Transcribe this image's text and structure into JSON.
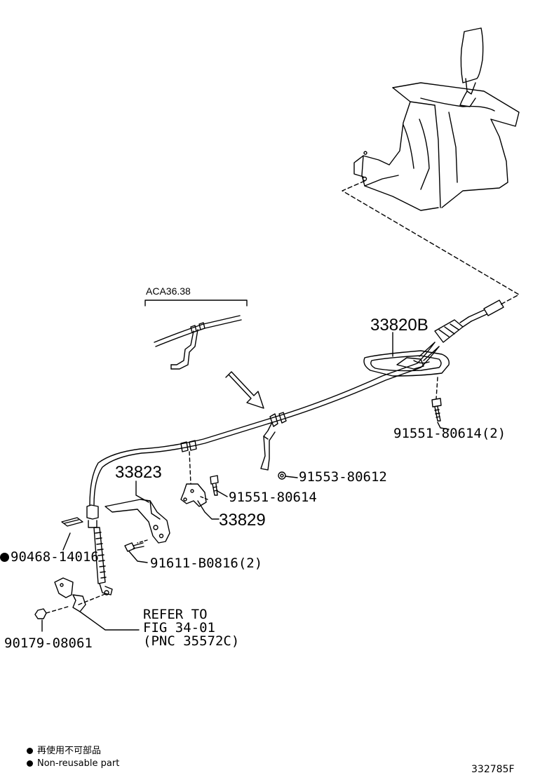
{
  "variant_label": "ACA36.38",
  "parts": {
    "shift_lever_cable_retainer": "33820B",
    "bracket_a": "33823",
    "bracket_b": "33829",
    "bolt_a": "91551-80614(2)",
    "bolt_b": "91553-80612",
    "bolt_c": "91551-80614",
    "bolt_d": "91611-B0816(2)",
    "clip": "90468-14016",
    "nut": "90179-08061"
  },
  "reference": {
    "line1": "REFER TO",
    "line2": "FIG 34-01",
    "line3": "(PNC 35572C)"
  },
  "legend": {
    "jp": "再使用不可部品",
    "en": "Non-reusable part"
  },
  "figure_id": "332785F"
}
